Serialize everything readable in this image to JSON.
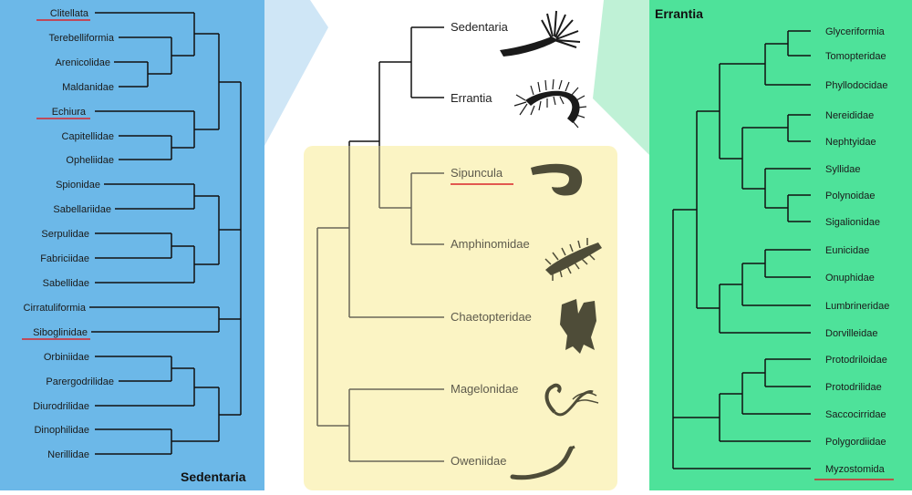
{
  "sedentaria_panel": {
    "title": "Sedentaria",
    "taxa": [
      "Clitellata",
      "Terebelliformia",
      "Arenicolidae",
      "Maldanidae",
      "Echiura",
      "Capitellidae",
      "Opheliidae",
      "Spionidae",
      "Sabellariidae",
      "Serpulidae",
      "Fabriciidae",
      "Sabellidae",
      "Cirratuliformia",
      "Siboglinidae",
      "Orbiniidae",
      "Parergodrilidae",
      "Diurodrilidae",
      "Dinophilidae",
      "Nerillidae"
    ],
    "underlined": [
      "Clitellata",
      "Echiura",
      "Siboglinidae"
    ],
    "colors": {
      "panel": "#6cb8e8",
      "border": "#4a9bd6"
    }
  },
  "errantia_panel": {
    "title": "Errantia",
    "taxa": [
      "Glyceriformia",
      "Tomopteridae",
      "Phyllodocidae",
      "Nereididae",
      "Nephtyidae",
      "Syllidae",
      "Polynoidae",
      "Sigalionidae",
      "Eunicidae",
      "Onuphidae",
      "Lumbrineridae",
      "Dorvilleidae",
      "Protodriloidae",
      "Protodrilidae",
      "Saccocirridae",
      "Polygordiidae",
      "Myzostomida"
    ],
    "underlined": [
      "Myzostomida"
    ],
    "colors": {
      "panel": "#4ee29a",
      "border": "#2fc97f"
    }
  },
  "center_tree": {
    "top_taxa": [
      "Sedentaria",
      "Errantia"
    ],
    "basal_taxa": [
      "Sipuncula",
      "Amphinomidae",
      "Chaetopteridae",
      "Magelonidae",
      "Oweniidae"
    ],
    "underlined": [
      "Sipuncula"
    ],
    "colors": {
      "basal_box": "#fbf4c4",
      "accent_underline": "#d9252a"
    }
  },
  "silhouettes": [
    "sedentaria-worm-icon",
    "errantia-worm-icon",
    "sipuncula-icon",
    "amphinomidae-icon",
    "chaetopteridae-icon",
    "magelonidae-icon",
    "oweniidae-icon"
  ]
}
